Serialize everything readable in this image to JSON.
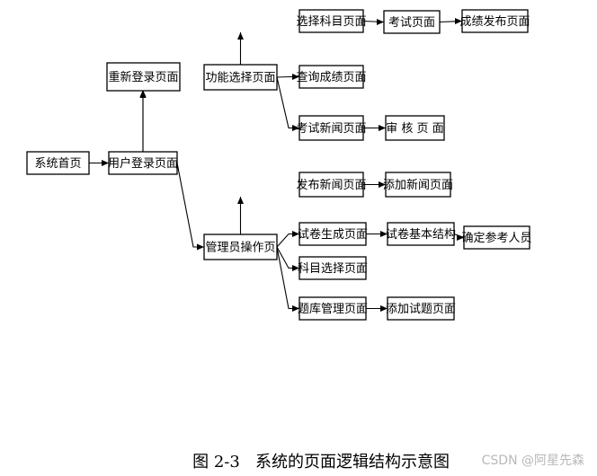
{
  "diagram": {
    "nodes": [
      {
        "id": "home",
        "label": "系统首页"
      },
      {
        "id": "login",
        "label": "用户登录页面"
      },
      {
        "id": "relogin",
        "label": "重新登录页面"
      },
      {
        "id": "func",
        "label": "功能选择页面"
      },
      {
        "id": "admin",
        "label": "管理员操作页"
      },
      {
        "id": "subject",
        "label": "选择科目页面"
      },
      {
        "id": "exam",
        "label": "考试页面"
      },
      {
        "id": "score_pub",
        "label": "成绩发布页面"
      },
      {
        "id": "query",
        "label": "查询成绩页面"
      },
      {
        "id": "news",
        "label": "考试新闻页面"
      },
      {
        "id": "audit",
        "label": "审 核 页 面"
      },
      {
        "id": "pubnews",
        "label": "发布新闻页面"
      },
      {
        "id": "addnews",
        "label": "添加新闻页面"
      },
      {
        "id": "genpaper",
        "label": "试卷生成页面"
      },
      {
        "id": "paperstruct",
        "label": "试卷基本结构"
      },
      {
        "id": "examinee",
        "label": "确定参考人员"
      },
      {
        "id": "subjsel",
        "label": "科目选择页面"
      },
      {
        "id": "bank",
        "label": "题库管理页面"
      },
      {
        "id": "addq",
        "label": "添加试题页面"
      }
    ],
    "edges": [
      {
        "from": "home",
        "to": "login"
      },
      {
        "from": "login",
        "to": "relogin"
      },
      {
        "from": "login",
        "to": "func"
      },
      {
        "from": "login",
        "to": "admin"
      },
      {
        "from": "func",
        "to": "subject"
      },
      {
        "from": "func",
        "to": "query"
      },
      {
        "from": "func",
        "to": "news"
      },
      {
        "from": "subject",
        "to": "exam"
      },
      {
        "from": "exam",
        "to": "score_pub"
      },
      {
        "from": "news",
        "to": "audit"
      },
      {
        "from": "admin",
        "to": "pubnews"
      },
      {
        "from": "admin",
        "to": "genpaper"
      },
      {
        "from": "admin",
        "to": "subjsel"
      },
      {
        "from": "admin",
        "to": "bank"
      },
      {
        "from": "pubnews",
        "to": "addnews"
      },
      {
        "from": "genpaper",
        "to": "paperstruct"
      },
      {
        "from": "paperstruct",
        "to": "examinee"
      },
      {
        "from": "bank",
        "to": "addq"
      }
    ]
  },
  "caption": "图 2-3   系统的页面逻辑结构示意图",
  "watermark": "CSDN @阿星先森"
}
